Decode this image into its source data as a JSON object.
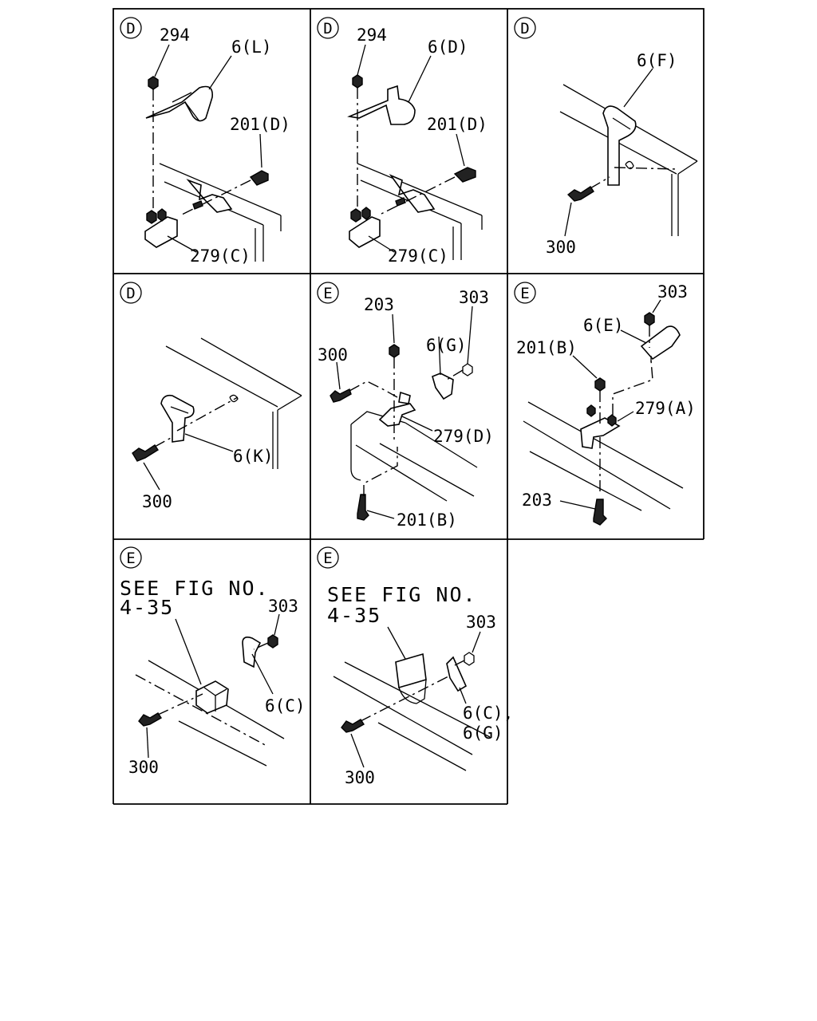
{
  "panels": [
    {
      "marker": "D",
      "labels": [
        "294",
        "6(L)",
        "201(D)",
        "279(C)"
      ]
    },
    {
      "marker": "D",
      "labels": [
        "294",
        "6(D)",
        "201(D)",
        "279(C)"
      ]
    },
    {
      "marker": "D",
      "labels": [
        "6(F)",
        "300"
      ]
    },
    {
      "marker": "D",
      "labels": [
        "6(K)",
        "300"
      ]
    },
    {
      "marker": "E",
      "labels": [
        "203",
        "303",
        "6(G)",
        "300",
        "279(D)",
        "201(B)"
      ]
    },
    {
      "marker": "E",
      "labels": [
        "303",
        "6(E)",
        "201(B)",
        "279(A)",
        "203"
      ]
    },
    {
      "marker": "E",
      "see_line1": "SEE FIG NO.",
      "see_line2": "4-35",
      "labels": [
        "303",
        "6(C)",
        "300"
      ]
    },
    {
      "marker": "E",
      "see_line1": "SEE FIG NO.",
      "see_line2": "4-35",
      "labels": [
        "303",
        "6(C),",
        "6(G)",
        "300"
      ]
    }
  ]
}
